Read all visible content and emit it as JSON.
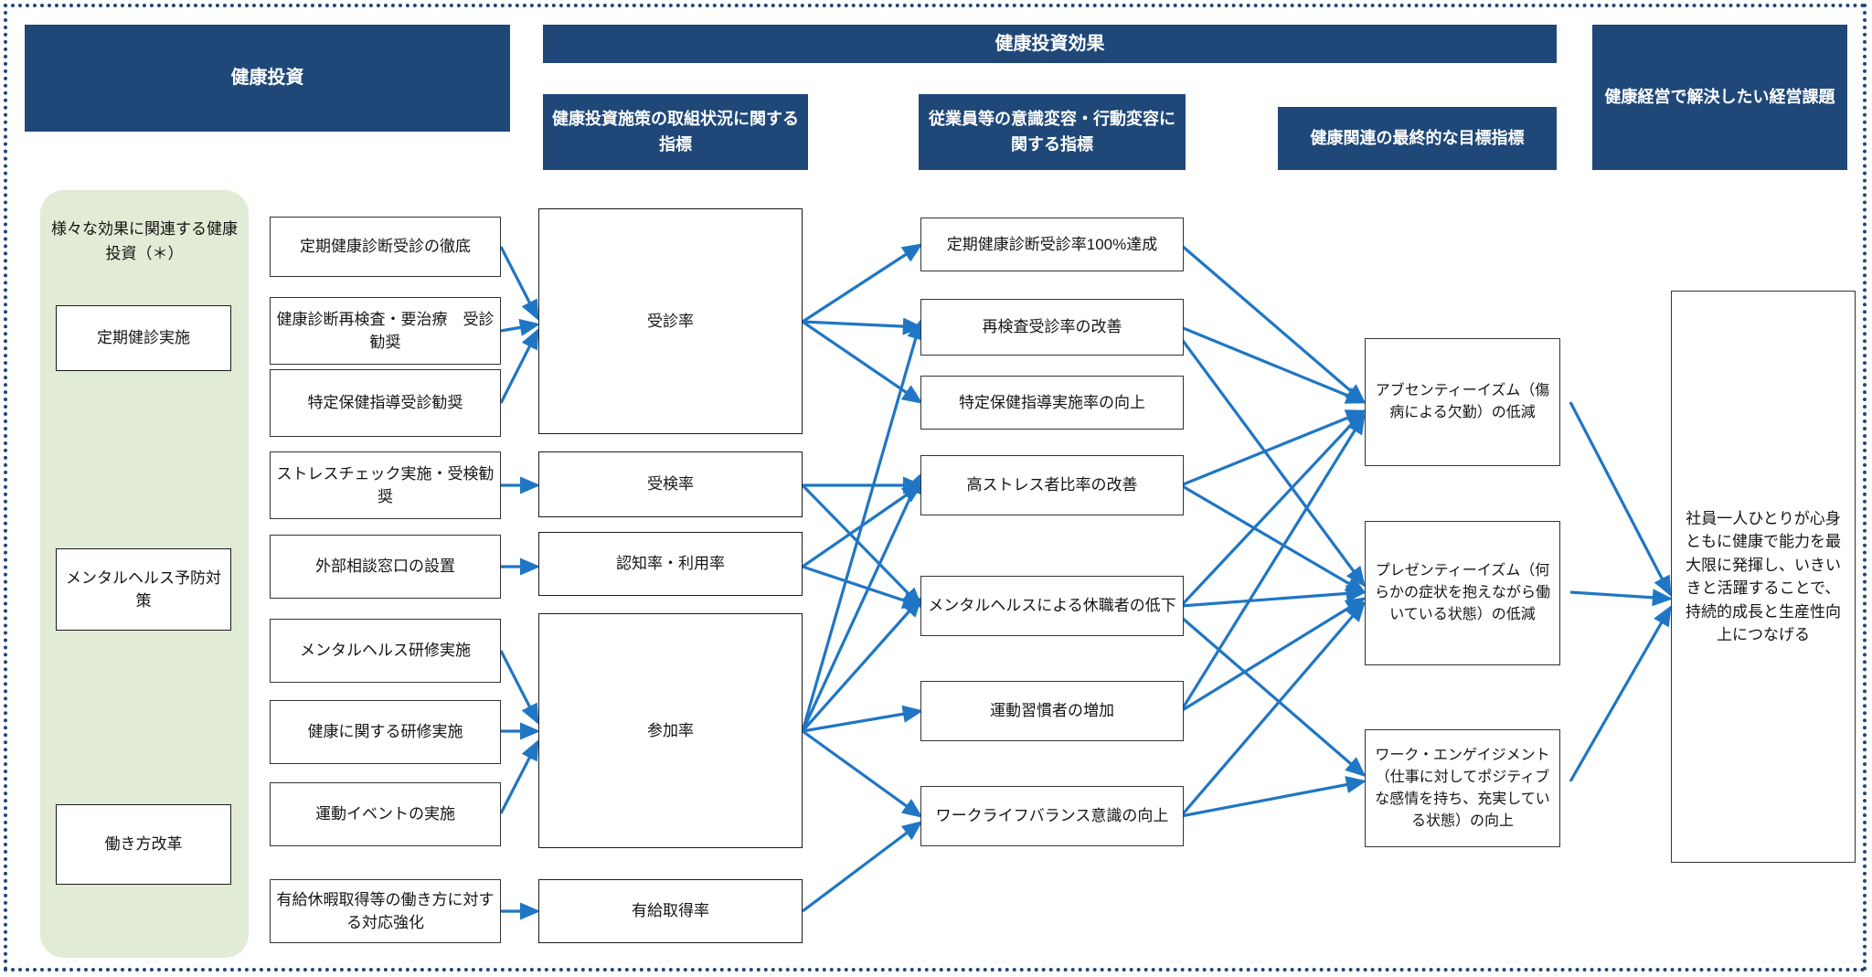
{
  "colors": {
    "navy": "#1F4879",
    "green_panel": "#E2EBD5",
    "arrow_blue": "#1F76C4",
    "box_border": "#1a1a1a",
    "frame": "#1F4879"
  },
  "headers": [
    {
      "id": "health-investment",
      "label": "健康投資"
    },
    {
      "id": "health-investment-effect",
      "label": "健康投資効果"
    },
    {
      "id": "measure-status-index",
      "label": "健康投資施策の取組状況に関する指標"
    },
    {
      "id": "awareness-behavior-index",
      "label": "従業員等の意識変容・行動変容に関する指標"
    },
    {
      "id": "final-health-target-index",
      "label": "健康関連の最終的な目標指標"
    },
    {
      "id": "management-issue",
      "label": "健康経営で解決したい経営課題"
    }
  ],
  "green_panel": {
    "title": "様々な効果に関連する健康投資（＊）",
    "items": [
      {
        "id": "periodic-checkup",
        "label": "定期健診実施"
      },
      {
        "id": "mental-health-prevention",
        "label": "メンタルヘルス予防対策"
      },
      {
        "id": "work-style-reform",
        "label": "働き方改革"
      }
    ]
  },
  "measures": [
    {
      "id": "m1",
      "label": "定期健康診断受診の徹底"
    },
    {
      "id": "m2",
      "label": "健康診断再検査・要治療　受診勧奨"
    },
    {
      "id": "m3",
      "label": "特定保健指導受診勧奨"
    },
    {
      "id": "m4",
      "label": "ストレスチェック実施・受検勧奨"
    },
    {
      "id": "m5",
      "label": "外部相談窓口の設置"
    },
    {
      "id": "m6",
      "label": "メンタルヘルス研修実施"
    },
    {
      "id": "m7",
      "label": "健康に関する研修実施"
    },
    {
      "id": "m8",
      "label": "運動イベントの実施"
    },
    {
      "id": "m9",
      "label": "有給休暇取得等の働き方に対する対応強化"
    }
  ],
  "rates": [
    {
      "id": "r1",
      "label": "受診率"
    },
    {
      "id": "r2",
      "label": "受検率"
    },
    {
      "id": "r3",
      "label": "認知率・利用率"
    },
    {
      "id": "r4",
      "label": "参加率"
    },
    {
      "id": "r5",
      "label": "有給取得率"
    }
  ],
  "outcomes": [
    {
      "id": "o1",
      "label": "定期健康診断受診率100%達成"
    },
    {
      "id": "o2",
      "label": "再検査受診率の改善"
    },
    {
      "id": "o3",
      "label": "特定保健指導実施率の向上"
    },
    {
      "id": "o4",
      "label": "高ストレス者比率の改善"
    },
    {
      "id": "o5",
      "label": "メンタルヘルスによる休職者の低下"
    },
    {
      "id": "o6",
      "label": "運動習慣者の増加"
    },
    {
      "id": "o7",
      "label": "ワークライフバランス意識の向上"
    }
  ],
  "final_targets": [
    {
      "id": "f1",
      "label": "アブセンティーイズム（傷病による欠勤）の低減"
    },
    {
      "id": "f2",
      "label": "プレゼンティーイズム（何らかの症状を抱えながら働いている状態）の低減"
    },
    {
      "id": "f3",
      "label": "ワーク・エンゲイジメント（仕事に対してポジティブな感情を持ち、充実している状態）の向上"
    }
  ],
  "goal": {
    "id": "goal",
    "label": "社員一人ひとりが心身ともに健康で能力を最大限に発揮し、いきいきと活躍することで、持続的成長と生産性向上につなげる"
  }
}
